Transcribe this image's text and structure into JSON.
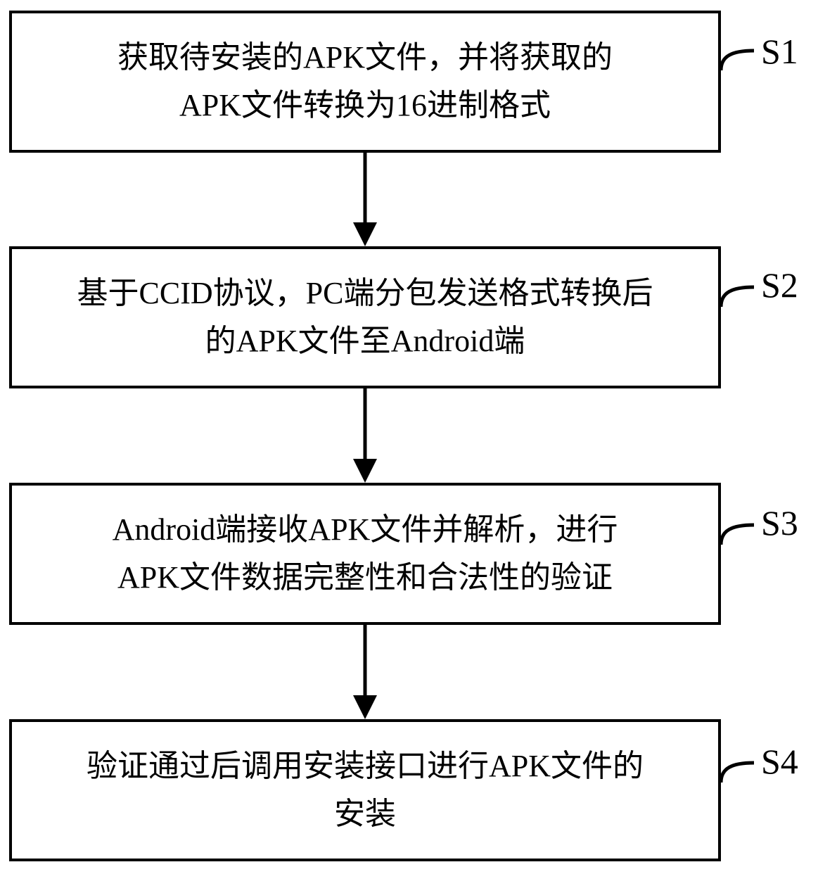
{
  "flowchart": {
    "steps": [
      {
        "id": "S1",
        "label": "S1",
        "lines": [
          "获取待安装的APK文件，并将获取的",
          "APK文件转换为16进制格式"
        ]
      },
      {
        "id": "S2",
        "label": "S2",
        "lines": [
          "基于CCID协议，PC端分包发送格式转换后",
          "的APK文件至Android端"
        ]
      },
      {
        "id": "S3",
        "label": "S3",
        "lines": [
          "Android端接收APK文件并解析，进行",
          "APK文件数据完整性和合法性的验证"
        ]
      },
      {
        "id": "S4",
        "label": "S4",
        "lines": [
          "验证通过后调用安装接口进行APK文件的",
          "安装"
        ]
      }
    ],
    "connectors": [
      {
        "from": "S1",
        "to": "S2",
        "type": "arrow-down"
      },
      {
        "from": "S2",
        "to": "S3",
        "type": "arrow-down"
      },
      {
        "from": "S3",
        "to": "S4",
        "type": "arrow-down"
      }
    ],
    "colors": {
      "stroke": "#000000",
      "background": "#ffffff",
      "text": "#000000"
    }
  }
}
